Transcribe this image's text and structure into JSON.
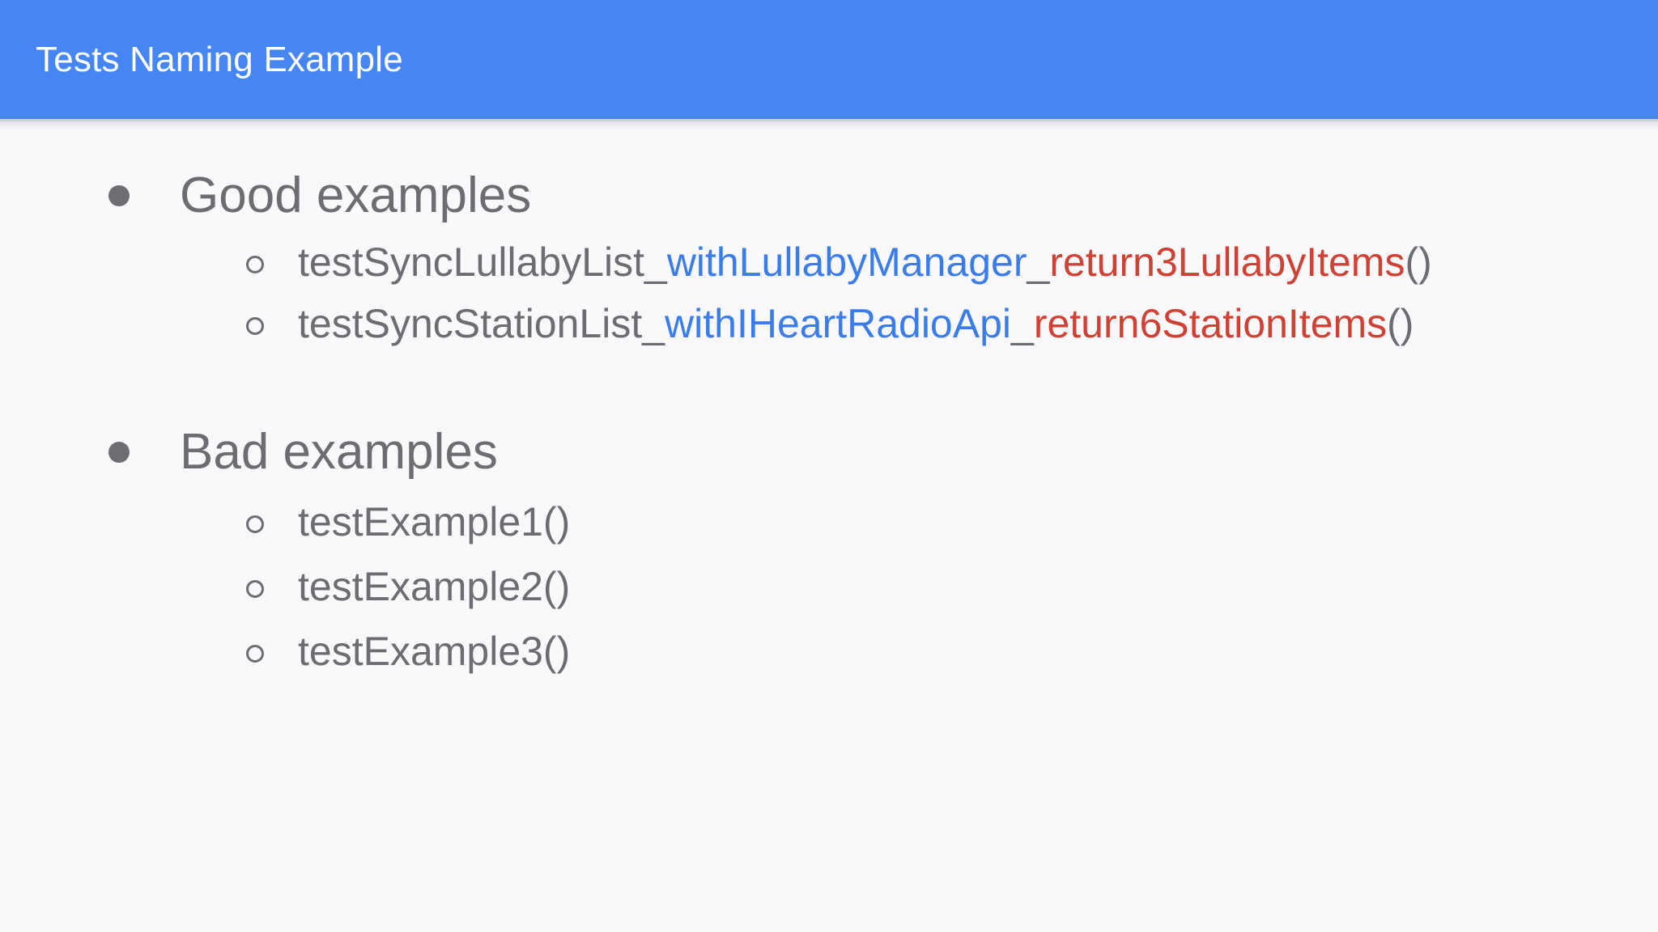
{
  "slide": {
    "title": "Tests Naming Example",
    "header_color": "#4585f4",
    "background_color": "#f9f8fb",
    "title_color": "#ffffff"
  },
  "colors": {
    "neutral_text": "#6d6d71",
    "blue_segment": "#3b7ceb",
    "red_segment": "#cf4132",
    "bullet": "#6e6e72"
  },
  "groups": [
    {
      "heading": "Good examples",
      "bullet_style": "filled-circle",
      "items": [
        {
          "plain": "testSyncLullabyList_withLullabyManager_return3LullabyItems()",
          "segments": [
            {
              "text": "testSyncLullabyList_",
              "tone": "neutral"
            },
            {
              "text": "withLullabyManager",
              "tone": "blue"
            },
            {
              "text": "_",
              "tone": "neutral"
            },
            {
              "text": "return3LullabyItems",
              "tone": "red"
            },
            {
              "text": "()",
              "tone": "neutral"
            }
          ]
        },
        {
          "plain": "testSyncStationList_withIHeartRadioApi_return6StationItems()",
          "segments": [
            {
              "text": "testSyncStationList_",
              "tone": "neutral"
            },
            {
              "text": "withIHeartRadioApi",
              "tone": "blue"
            },
            {
              "text": "_",
              "tone": "neutral"
            },
            {
              "text": "return6StationItems",
              "tone": "red"
            },
            {
              "text": "()",
              "tone": "neutral"
            }
          ]
        }
      ]
    },
    {
      "heading": "Bad examples",
      "bullet_style": "filled-circle",
      "items": [
        {
          "plain": "testExample1()",
          "segments": [
            {
              "text": "testExample1()",
              "tone": "neutral"
            }
          ]
        },
        {
          "plain": "testExample2()",
          "segments": [
            {
              "text": "testExample2()",
              "tone": "neutral"
            }
          ]
        },
        {
          "plain": "testExample3()",
          "segments": [
            {
              "text": "testExample3()",
              "tone": "neutral"
            }
          ]
        }
      ]
    }
  ]
}
